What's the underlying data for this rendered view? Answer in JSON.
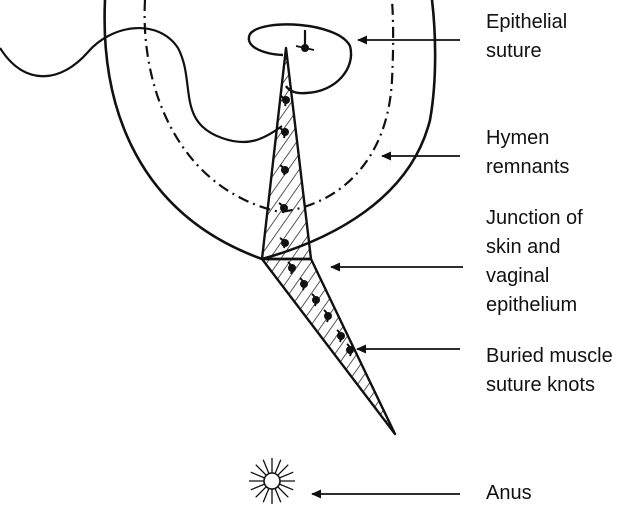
{
  "labels": {
    "epithelial_suture": [
      "Epithelial",
      "suture"
    ],
    "hymen_remnants": [
      "Hymen",
      "remnants"
    ],
    "junction": [
      "Junction of",
      "skin and",
      "vaginal",
      "epithelium"
    ],
    "buried_knots": [
      "Buried muscle",
      "suture knots"
    ],
    "anus": [
      "Anus"
    ]
  },
  "colors": {
    "ink": "#111111",
    "background": "#ffffff"
  }
}
